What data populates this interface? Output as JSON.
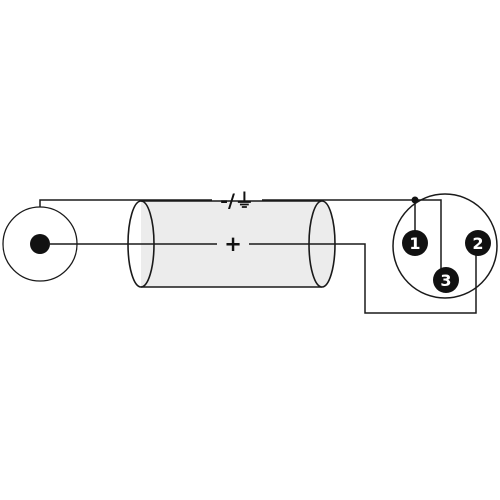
{
  "labels": {
    "shield": "-/⏚",
    "signal": "+"
  },
  "pins": [
    "1",
    "2",
    "3"
  ],
  "colors": {
    "line": "#1a1a1a",
    "cable_fill": "#ececec",
    "pin_fill": "#111111",
    "background": "#ffffff"
  }
}
